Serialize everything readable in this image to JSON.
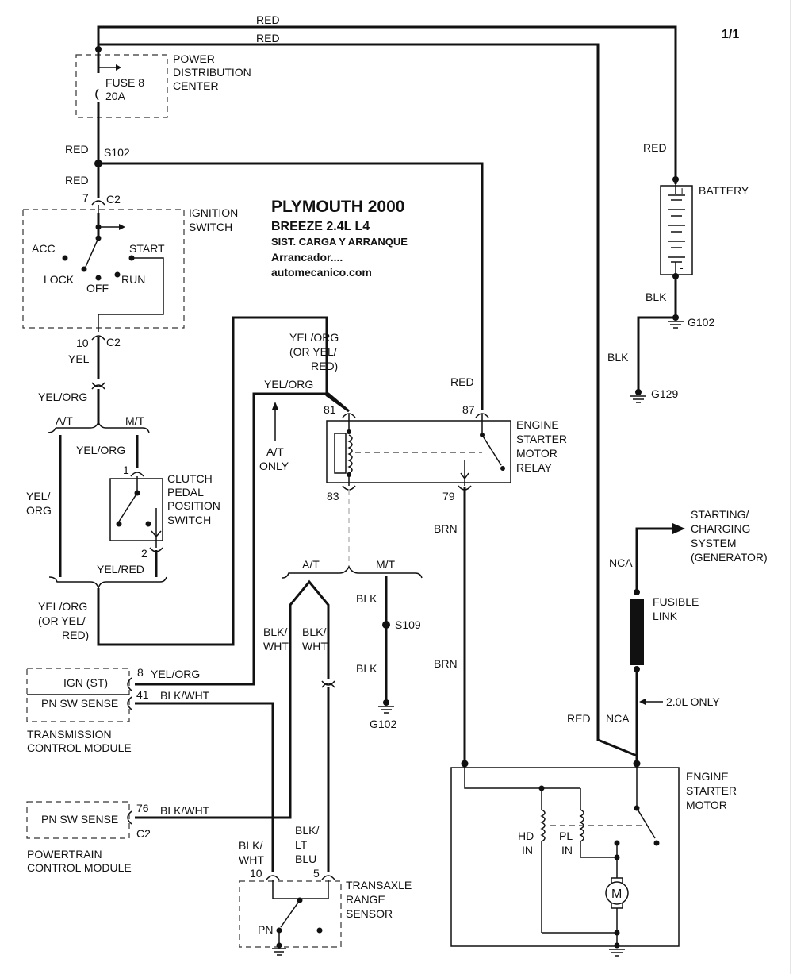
{
  "page_number": "1/1",
  "title": {
    "line1": "PLYMOUTH 2000",
    "line2": "BREEZE  2.4L  L4",
    "line3": "SIST. CARGA Y ARRANQUE",
    "line4": "Arrancador....",
    "line5": "automecanico.com"
  },
  "wires": {
    "red_top1": "RED",
    "red_top2": "RED",
    "red_s102_above": "RED",
    "red_s102_below": "RED",
    "red_battery": "RED",
    "blk_battery": "BLK",
    "blk_g129": "BLK",
    "yel": "YEL",
    "yel_org_1": "YEL/ORG",
    "yel_org_at_mt": "YEL/ORG",
    "yel_org_left_1": "YEL/",
    "yel_org_left_2": "ORG",
    "yel_red": "YEL/RED",
    "yel_org_bottom_1": "YEL/ORG",
    "yel_org_bottom_2": "(OR YEL/",
    "yel_org_bottom_3": "RED)",
    "yel_org_relay_1": "YEL/ORG",
    "yel_org_relay_2": "(OR YEL/",
    "yel_org_relay_3": "RED)",
    "yel_org_at_only": "YEL/ORG",
    "red_87": "RED",
    "brn_1": "BRN",
    "brn_2": "BRN",
    "blk_s109_1": "BLK",
    "blk_s109_2": "BLK",
    "blk_wht_a_1": "BLK/",
    "blk_wht_a_2": "WHT",
    "blk_wht_b_1": "BLK/",
    "blk_wht_b_2": "WHT",
    "yel_org_tcm": "YEL/ORG",
    "blk_wht_tcm": "BLK/WHT",
    "blk_wht_pcm": "BLK/WHT",
    "blk_wht_10_1": "BLK/",
    "blk_wht_10_2": "WHT",
    "blk_lt_blu_1": "BLK/",
    "blk_lt_blu_2": "LT",
    "blk_lt_blu_3": "BLU",
    "nca_1": "NCA",
    "nca_2": "NCA",
    "red_starter": "RED",
    "only_20l": "2.0L ONLY"
  },
  "components": {
    "pdc": {
      "line1": "POWER",
      "line2": "DISTRIBUTION",
      "line3": "CENTER",
      "fuse": "FUSE 8",
      "amps": "20A"
    },
    "splice_s102": "S102",
    "battery": {
      "label": "BATTERY",
      "plus": "+",
      "minus": "-"
    },
    "ground_g102_top": "G102",
    "ground_g129": "G129",
    "ignition_switch": {
      "line1": "IGNITION",
      "line2": "SWITCH",
      "acc": "ACC",
      "lock": "LOCK",
      "off": "OFF",
      "run": "RUN",
      "start": "START"
    },
    "c2_pin7": "7",
    "c2_a": "C2",
    "c2_pin10": "10",
    "c2_b": "C2",
    "at_label_1": "A/T",
    "mt_label_1": "M/T",
    "clutch_switch": {
      "line1": "CLUTCH",
      "line2": "PEDAL",
      "line3": "POSITION",
      "line4": "SWITCH",
      "pin1": "1",
      "pin2": "2"
    },
    "relay": {
      "line1": "ENGINE",
      "line2": "STARTER",
      "line3": "MOTOR",
      "line4": "RELAY",
      "pin81": "81",
      "pin87": "87",
      "pin83": "83",
      "pin79": "79"
    },
    "at_only_1": "A/T",
    "at_only_2": "ONLY",
    "at_label_2": "A/T",
    "mt_label_2": "M/T",
    "splice_s109": "S109",
    "ground_g102_mid": "G102",
    "tcm": {
      "ign": "IGN (ST)",
      "pn": "PN SW SENSE",
      "pin8": "8",
      "pin41": "41",
      "line1": "TRANSMISSION",
      "line2": "CONTROL MODULE"
    },
    "pcm": {
      "pn": "PN SW SENSE",
      "pin76": "76",
      "conn": "C2",
      "line1": "POWERTRAIN",
      "line2": "CONTROL MODULE"
    },
    "trs": {
      "line1": "TRANSAXLE",
      "line2": "RANGE",
      "line3": "SENSOR",
      "pin10": "10",
      "pin5": "5",
      "pn": "PN"
    },
    "generator": {
      "line1": "STARTING/",
      "line2": "CHARGING",
      "line3": "SYSTEM",
      "line4": "(GENERATOR)"
    },
    "fusible_link": {
      "line1": "FUSIBLE",
      "line2": "LINK"
    },
    "starter": {
      "line1": "ENGINE",
      "line2": "STARTER",
      "line3": "MOTOR",
      "hd1": "HD",
      "hd2": "IN",
      "pl1": "PL",
      "pl2": "IN",
      "m": "M"
    }
  }
}
